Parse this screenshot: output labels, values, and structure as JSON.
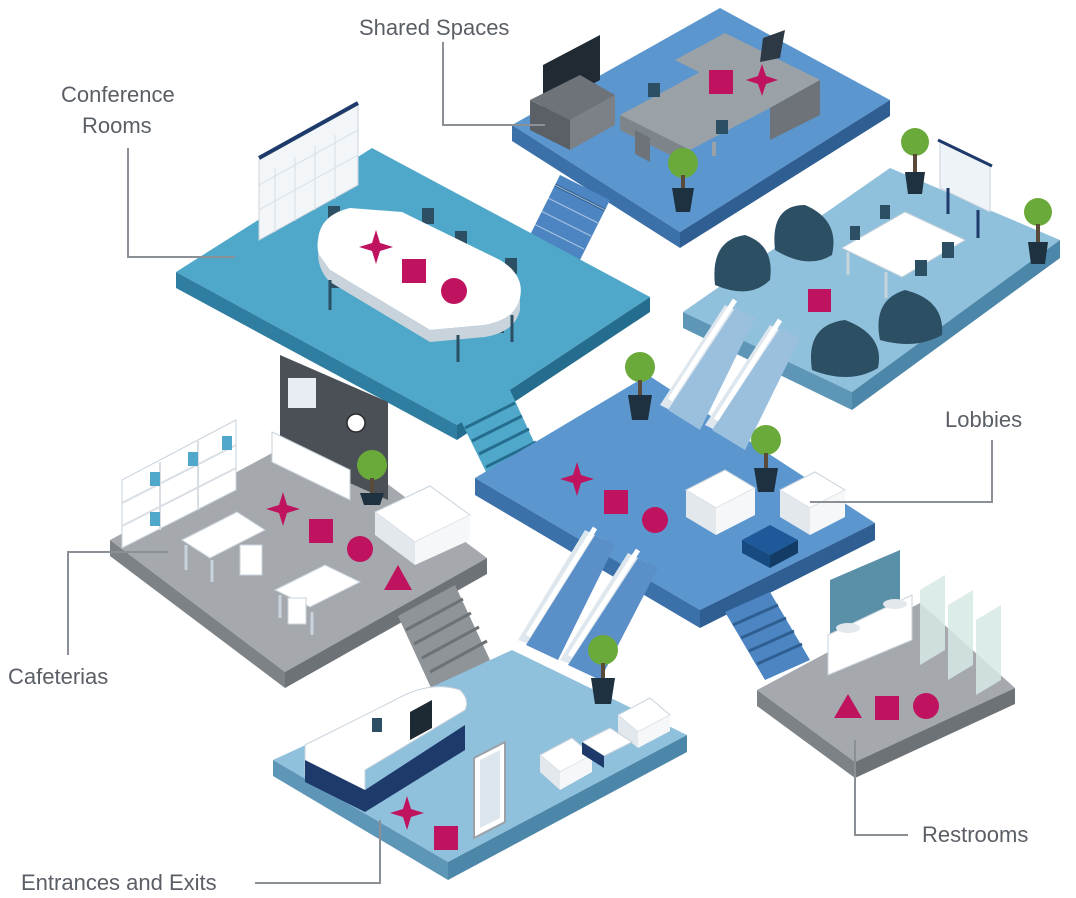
{
  "labels": {
    "shared_spaces": "Shared Spaces",
    "conference_rooms_line1": "Conference",
    "conference_rooms_line2": "Rooms",
    "lobbies": "Lobbies",
    "cafeterias": "Cafeterias",
    "restrooms": "Restrooms",
    "entrances_exits": "Entrances and Exits"
  },
  "colors": {
    "accent_marker": "#c0135f",
    "label_text": "#5a5f66",
    "leader_line": "#8a9096",
    "shared_floor": "#5b96cf",
    "conference_floor": "#4fa8c9",
    "lobby_floor": "#8fc0dc",
    "hub_floor": "#5b96cf",
    "cafeteria_floor": "#a5a9ae",
    "restroom_floor": "#a5a9ae",
    "entrance_floor": "#8fc0dc",
    "furniture_dark": "#2d4f63",
    "plant_green": "#6aaa3a"
  },
  "marker_groups": {
    "shared_spaces": [
      "square",
      "star"
    ],
    "conference_rooms": [
      "star",
      "square",
      "circle"
    ],
    "lounge": [
      "square"
    ],
    "hub_lobby": [
      "star",
      "square",
      "circle"
    ],
    "cafeteria": [
      "star",
      "square",
      "circle",
      "triangle"
    ],
    "restrooms": [
      "triangle",
      "square",
      "circle"
    ],
    "entrance": [
      "star",
      "square"
    ]
  }
}
